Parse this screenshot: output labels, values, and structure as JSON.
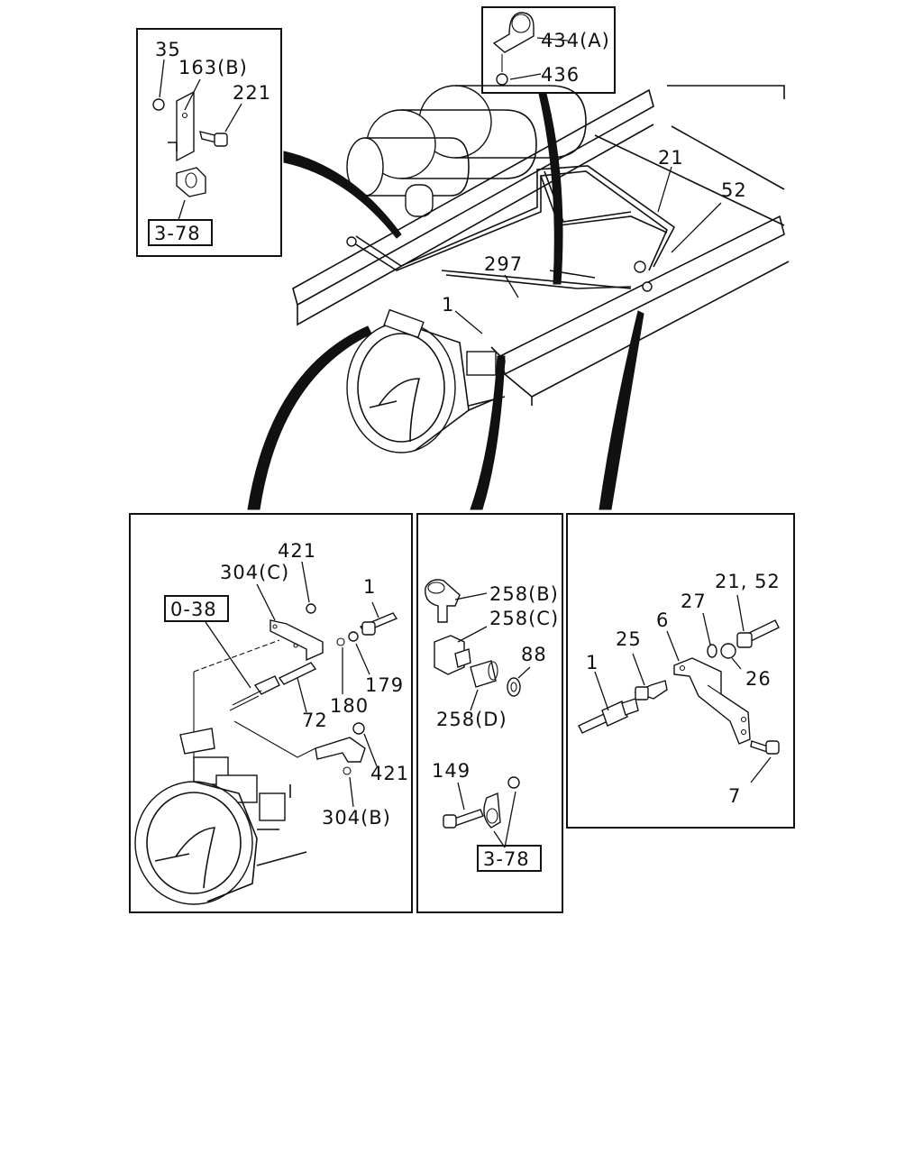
{
  "labels": {
    "top_left": {
      "l35": "35",
      "l163b": "163(B)",
      "l221": "221",
      "ref": "3-78"
    },
    "top_center": {
      "l434a": "434(A)",
      "l436": "436"
    },
    "main": {
      "l21": "21",
      "l52": "52",
      "l297": "297",
      "l1": "1"
    },
    "bottom_left": {
      "l421a": "421",
      "l304c": "304(C)",
      "ref": "0-38",
      "l1": "1",
      "l179": "179",
      "l180": "180",
      "l72": "72",
      "l421b": "421",
      "l304b": "304(B)"
    },
    "bottom_center": {
      "l258b": "258(B)",
      "l258c": "258(C)",
      "l88": "88",
      "l258d": "258(D)",
      "l149": "149",
      "ref": "3-78"
    },
    "bottom_right": {
      "l2152": "21, 52",
      "l27": "27",
      "l6": "6",
      "l25": "25",
      "l1": "1",
      "l26": "26",
      "l7": "7"
    }
  }
}
